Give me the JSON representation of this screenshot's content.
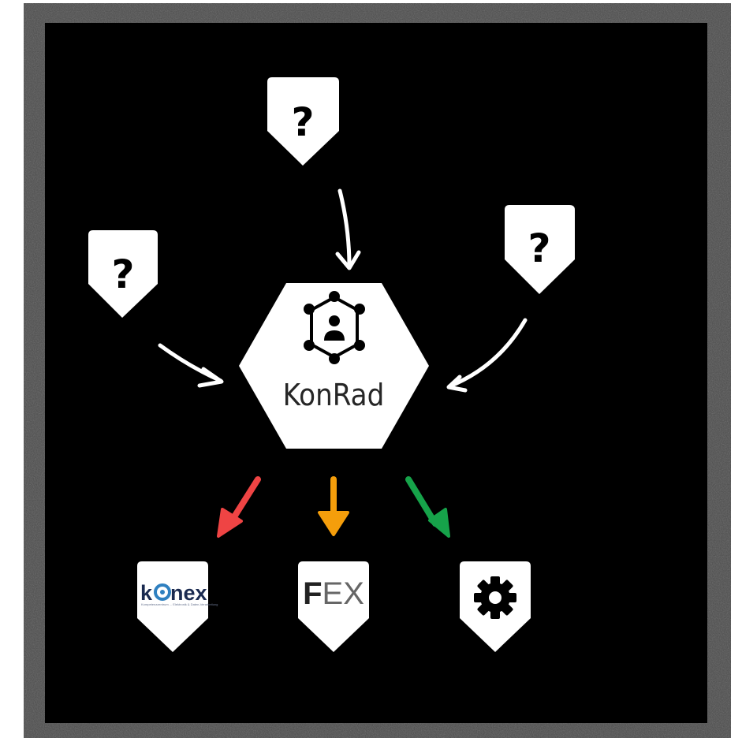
{
  "diagram": {
    "center": {
      "label": "KonRad",
      "icon": "network-user-icon"
    },
    "inputs": [
      {
        "symbol": "?",
        "icon": "question-mark-badge"
      },
      {
        "symbol": "?",
        "icon": "question-mark-badge"
      },
      {
        "symbol": "?",
        "icon": "question-mark-badge"
      }
    ],
    "outputs": [
      {
        "label": "konex",
        "sublabel": "Kompetenzzentrum ... Elektronik & Daten-Verarbeitung",
        "arrow_color": "#ef4444"
      },
      {
        "label_bold": "F",
        "label_rest": "EX",
        "arrow_color": "#f59e0b"
      },
      {
        "icon": "gear-icon",
        "arrow_color": "#16a34a"
      }
    ]
  },
  "colors": {
    "frame": "#4a4a4a",
    "background": "#000000",
    "shape_fill": "#ffffff",
    "konex_blue": "#1a2a50",
    "konex_accent": "#2f80c0"
  }
}
